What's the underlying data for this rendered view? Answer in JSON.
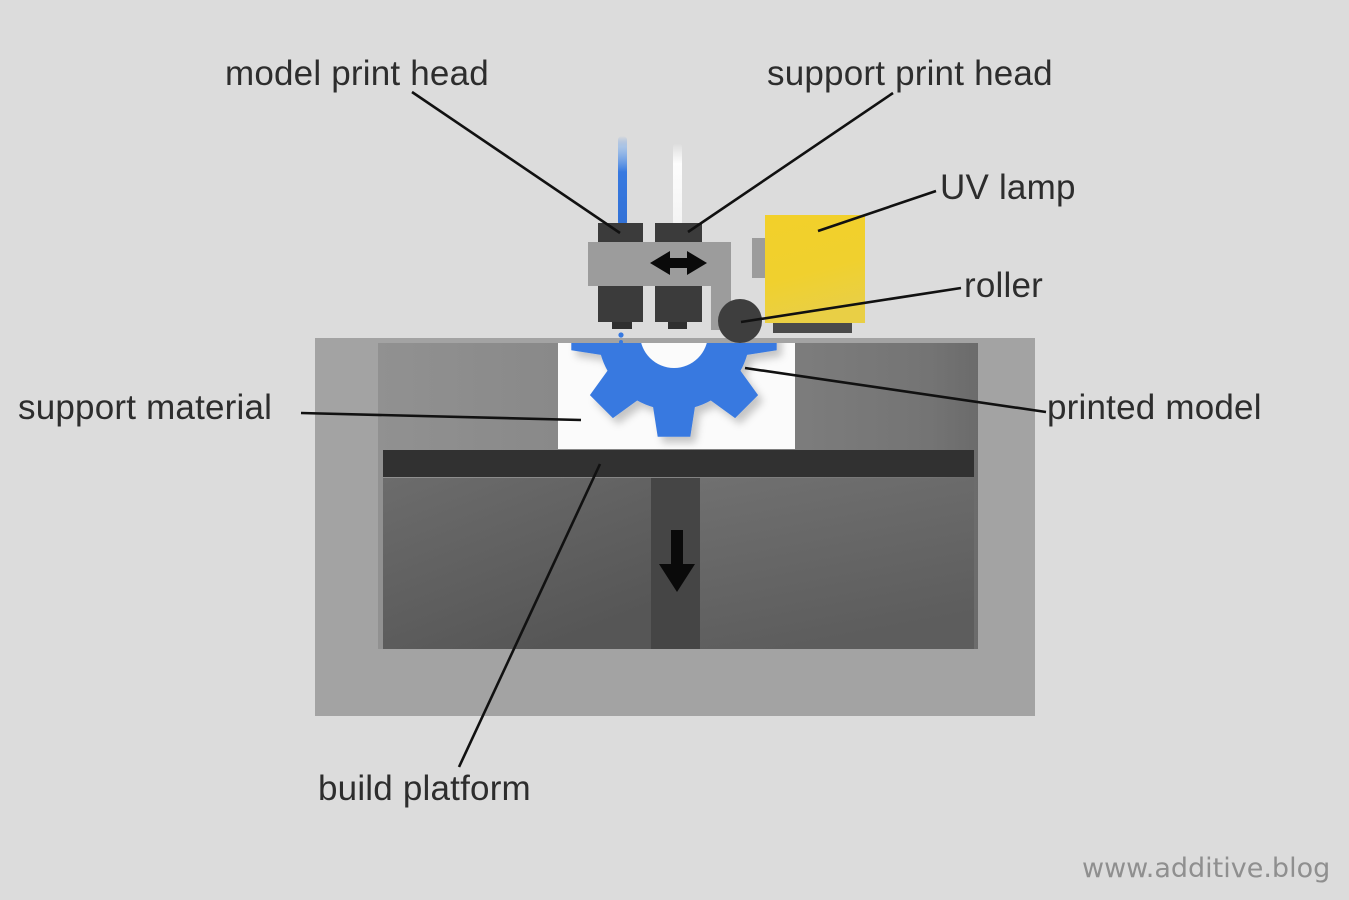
{
  "diagram": {
    "type": "material-jetting-3d-printing-process",
    "labels": {
      "model_print_head": "model print head",
      "support_print_head": "support print head",
      "uv_lamp": "UV lamp",
      "roller": "roller",
      "printed_model": "printed model",
      "support_material": "support material",
      "build_platform": "build platform"
    },
    "watermark": "www.additive.blog",
    "colors": {
      "background": "#dcdcdc",
      "label_text": "#2d2d2d",
      "watermark_text": "#8f8f8f",
      "leader_line": "#111111",
      "model_material_blue": "#3779e0",
      "support_material_white": "#fbfbfb",
      "uv_lamp_yellow": "#f2d02a",
      "machine_gray": "#9c9c9c",
      "dark_part_gray": "#3b3b3b",
      "tank_outer_gray": "#a3a3a3",
      "platform_bar_gray": "#313131"
    }
  }
}
